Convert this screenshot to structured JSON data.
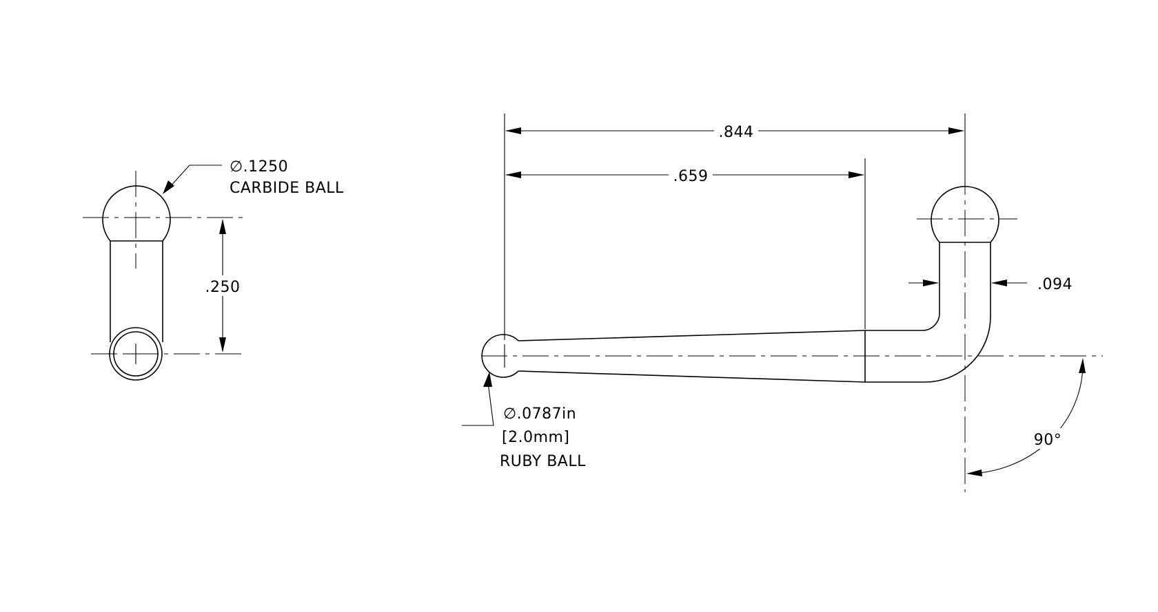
{
  "side_view": {
    "ball_callout": {
      "diameter": "∅.1250",
      "label": "CARBIDE BALL"
    },
    "length_dim": ".250"
  },
  "front_view": {
    "overall_length_dim": ".844",
    "tip_length_dim": ".659",
    "shank_dia_dim": ".094",
    "angle_dim": "90°",
    "tip_callout": {
      "diameter": "∅.0787in",
      "metric": "[2.0mm]",
      "label": "RUBY BALL"
    }
  }
}
